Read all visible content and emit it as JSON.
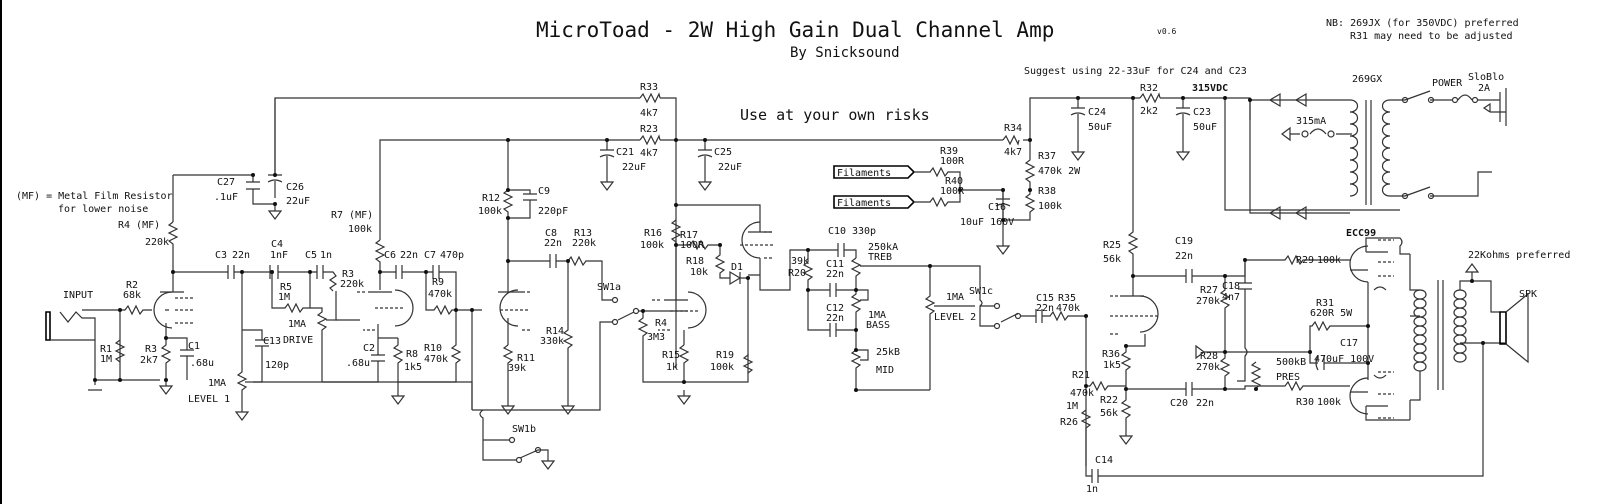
{
  "header": {
    "title": "MicroToad - 2W High Gain Dual Channel Amp",
    "version": "v0.6",
    "author": "By Snicksound",
    "warning": "Use at your own risks"
  },
  "notes": {
    "nb_line1": "NB: 269JX (for 350VDC) preferred",
    "nb_line2": "R31 may need to be adjusted",
    "suggest": "Suggest using 22-33uF for C24 and C23",
    "mf_line1": "(MF) = Metal Film Resistor",
    "mf_line2": "for lower noise",
    "ot_note": "22Kohms preferred"
  },
  "power": {
    "supply_voltage": "315VDC",
    "transformer": "269GX",
    "power_switch": "POWER",
    "fuse_main": "SloBlo",
    "fuse_main_rating": "2A",
    "fuse_secondary": "315mA",
    "filaments": [
      "Filaments",
      "Filaments"
    ]
  },
  "io": {
    "input": "INPUT",
    "speaker": "SPK",
    "power_tube": "ECC99"
  },
  "switches": {
    "sw1a": "SW1a",
    "sw1b": "SW1b",
    "sw1c": "SW1c"
  },
  "pots": {
    "level1": {
      "value": "1MA",
      "name": "LEVEL 1"
    },
    "drive": {
      "value": "1MA",
      "name": "DRIVE"
    },
    "treb": {
      "value": "250kA",
      "name": "TREB"
    },
    "bass": {
      "value": "1MA",
      "name": "BASS"
    },
    "mid": {
      "value": "25kB",
      "name": "MID"
    },
    "level2": {
      "value": "1MA",
      "name": "LEVEL 2"
    },
    "pres": {
      "value": "500kB",
      "name": "PRES"
    }
  },
  "resistors": {
    "R1": {
      "ref": "R1",
      "value": "1M"
    },
    "R2": {
      "ref": "R2",
      "value": "68k"
    },
    "R3": {
      "ref": "R3",
      "value": "220k"
    },
    "R3b": {
      "ref": "R3",
      "value": "2k7"
    },
    "R4": {
      "ref": "R4",
      "value": "3M3"
    },
    "R4mf": {
      "ref": "R4 (MF)",
      "value": "220k"
    },
    "R5": {
      "ref": "R5",
      "value": "1M"
    },
    "R7": {
      "ref": "R7 (MF)",
      "value": "100k"
    },
    "R8": {
      "ref": "R8",
      "value": "1k5"
    },
    "R9": {
      "ref": "R9",
      "value": "470k"
    },
    "R10": {
      "ref": "R10",
      "value": "470k"
    },
    "R11": {
      "ref": "R11",
      "value": "39k"
    },
    "R12": {
      "ref": "R12",
      "value": "100k"
    },
    "R13": {
      "ref": "R13",
      "value": "220k"
    },
    "R14": {
      "ref": "R14",
      "value": "330k"
    },
    "R15": {
      "ref": "R15",
      "value": "1k"
    },
    "R16": {
      "ref": "R16",
      "value": "100k"
    },
    "R17": {
      "ref": "R17",
      "value": "100R"
    },
    "R18": {
      "ref": "R18",
      "value": "10k"
    },
    "R19": {
      "ref": "R19",
      "value": "100k"
    },
    "R20": {
      "ref": "R20",
      "value": "39k"
    },
    "R21": {
      "ref": "R21",
      "value": "470k"
    },
    "R22": {
      "ref": "R22",
      "value": "56k"
    },
    "R23": {
      "ref": "R23",
      "value": "4k7"
    },
    "R25": {
      "ref": "R25",
      "value": "56k"
    },
    "R26": {
      "ref": "R26",
      "value": "1M"
    },
    "R27": {
      "ref": "R27",
      "value": "270k"
    },
    "R28": {
      "ref": "R28",
      "value": "270k"
    },
    "R29": {
      "ref": "R29",
      "value": "100k"
    },
    "R30": {
      "ref": "R30",
      "value": "100k"
    },
    "R31": {
      "ref": "R31",
      "value": "620R 5W"
    },
    "R32": {
      "ref": "R32",
      "value": "2k2"
    },
    "R33": {
      "ref": "R33",
      "value": "4k7"
    },
    "R34": {
      "ref": "R34",
      "value": "4k7"
    },
    "R35": {
      "ref": "R35",
      "value": "470k"
    },
    "R36": {
      "ref": "R36",
      "value": "1k5"
    },
    "R37": {
      "ref": "R37",
      "value": "470k 2W"
    },
    "R38": {
      "ref": "R38",
      "value": "100k"
    },
    "R39": {
      "ref": "R39",
      "value": "100R"
    },
    "R40": {
      "ref": "R40",
      "value": "100R"
    }
  },
  "capacitors": {
    "C1": {
      "ref": "C1",
      "value": ".68u"
    },
    "C2": {
      "ref": "C2",
      "value": ".68u"
    },
    "C3": {
      "ref": "C3",
      "value": "22n"
    },
    "C4": {
      "ref": "C4",
      "value": "1nF"
    },
    "C5": {
      "ref": "C5",
      "value": "1n"
    },
    "C6": {
      "ref": "C6",
      "value": "22n"
    },
    "C7": {
      "ref": "C7",
      "value": "470p"
    },
    "C8": {
      "ref": "C8",
      "value": "22n"
    },
    "C9": {
      "ref": "C9",
      "value": "220pF"
    },
    "C10": {
      "ref": "C10",
      "value": "330p"
    },
    "C11": {
      "ref": "C11",
      "value": "22n"
    },
    "C12": {
      "ref": "C12",
      "value": "22n"
    },
    "C13": {
      "ref": "C13",
      "value": "120p"
    },
    "C14": {
      "ref": "C14",
      "value": "1n"
    },
    "C15": {
      "ref": "C15",
      "value": "22n"
    },
    "C16": {
      "ref": "C16",
      "value": "10uF 160V"
    },
    "C17": {
      "ref": "C17",
      "value": "470uF 100V"
    },
    "C18": {
      "ref": "C18",
      "value": "4n7"
    },
    "C19": {
      "ref": "C19",
      "value": "22n"
    },
    "C20": {
      "ref": "C20",
      "value": "22n"
    },
    "C21": {
      "ref": "C21",
      "value": "22uF"
    },
    "C23": {
      "ref": "C23",
      "value": "50uF"
    },
    "C24": {
      "ref": "C24",
      "value": "50uF"
    },
    "C25": {
      "ref": "C25",
      "value": "22uF"
    },
    "C26": {
      "ref": "C26",
      "value": "22uF"
    },
    "C27": {
      "ref": "C27",
      "value": ".1uF"
    }
  },
  "diodes": {
    "D1": "D1"
  }
}
